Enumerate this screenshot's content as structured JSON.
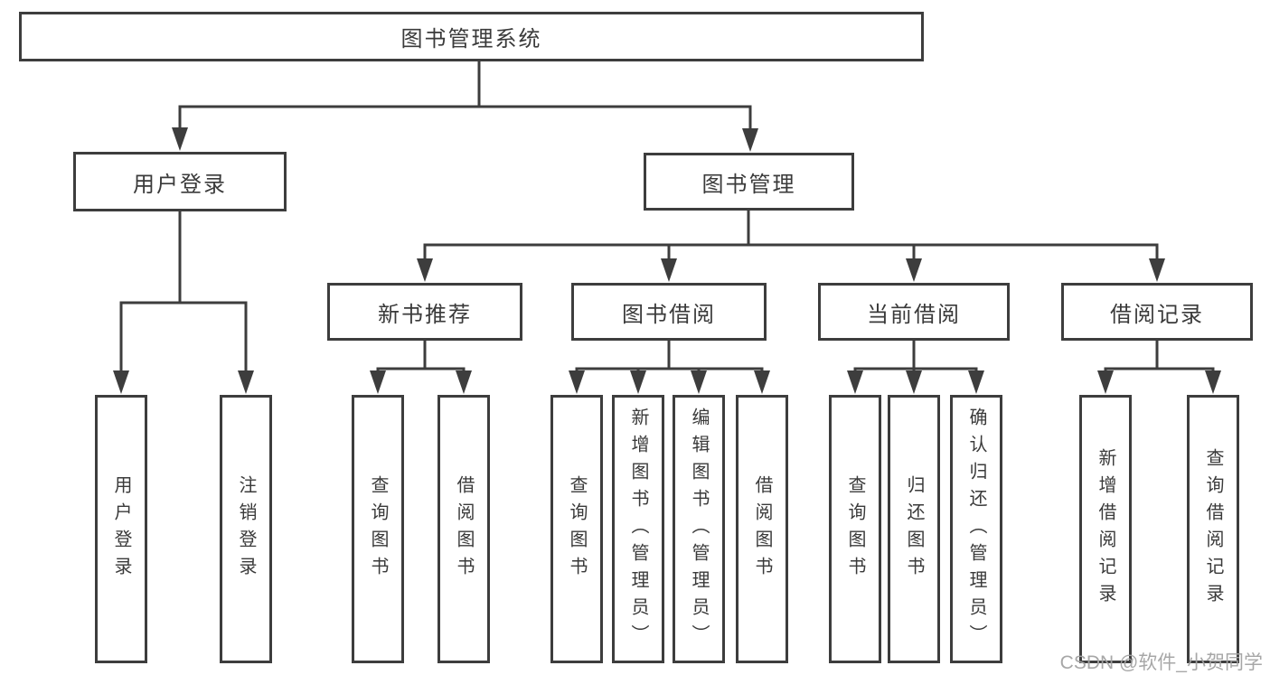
{
  "watermark": "CSDN @软件_小贺同学",
  "colors": {
    "line": "#3d3d3d",
    "box_border": "#3d3d3d",
    "text": "#3a3a3a",
    "watermark": "#a2a2a2",
    "background": "#ffffff"
  },
  "diagram": {
    "root": {
      "label": "图书管理系统",
      "children": [
        {
          "label": "用户登录",
          "children": [
            {
              "label": "用户登录"
            },
            {
              "label": "注销登录"
            }
          ]
        },
        {
          "label": "图书管理",
          "children": [
            {
              "label": "新书推荐",
              "children": [
                {
                  "label": "查询图书"
                },
                {
                  "label": "借阅图书"
                }
              ]
            },
            {
              "label": "图书借阅",
              "children": [
                {
                  "label": "查询图书"
                },
                {
                  "label": "新增图书（管理员）"
                },
                {
                  "label": "编辑图书（管理员）"
                },
                {
                  "label": "借阅图书"
                }
              ]
            },
            {
              "label": "当前借阅",
              "children": [
                {
                  "label": "查询图书"
                },
                {
                  "label": "归还图书"
                },
                {
                  "label": "确认归还（管理员）"
                }
              ]
            },
            {
              "label": "借阅记录",
              "children": [
                {
                  "label": "新增借阅记录"
                },
                {
                  "label": "查询借阅记录"
                }
              ]
            }
          ]
        }
      ]
    }
  }
}
